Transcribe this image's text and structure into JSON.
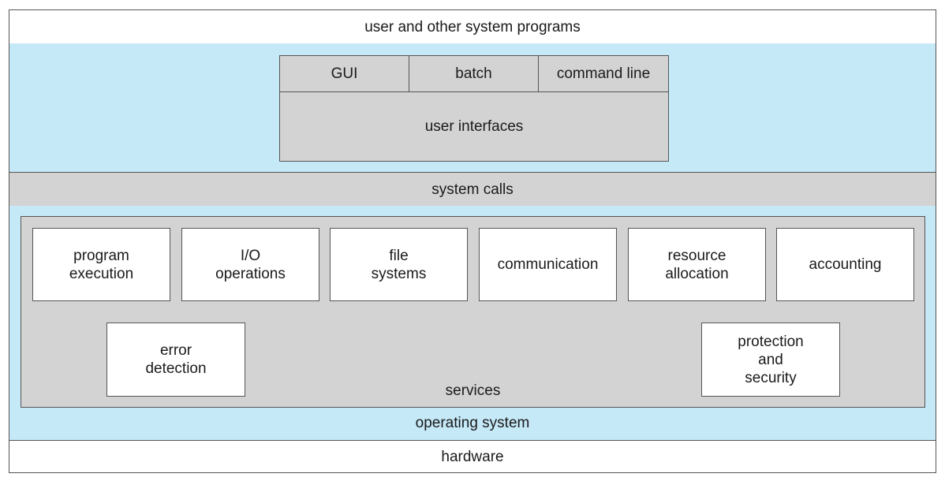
{
  "layers": {
    "top": "user and other system programs",
    "system_calls": "system calls",
    "operating_system": "operating system",
    "hardware": "hardware"
  },
  "user_interfaces": {
    "gui": "GUI",
    "batch": "batch",
    "command_line": "command line",
    "title": "user interfaces"
  },
  "services": {
    "title": "services",
    "program_execution": "program\nexecution",
    "io_operations": "I/O\noperations",
    "file_systems": "file\nsystems",
    "communication": "communication",
    "resource_allocation": "resource\nallocation",
    "accounting": "accounting",
    "error_detection": "error\ndetection",
    "protection_security": "protection\nand\nsecurity"
  },
  "colors": {
    "os_background": "#c6e9f8",
    "panel_gray": "#d3d3d3",
    "box_white": "#ffffff"
  }
}
